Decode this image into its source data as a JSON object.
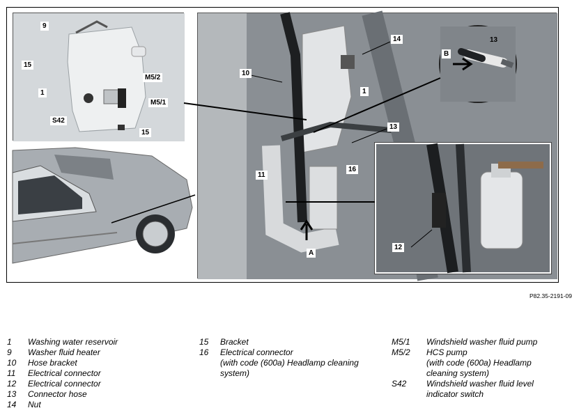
{
  "figure_ref": "P82.35-2191-09",
  "callouts": {
    "c9": "9",
    "c15a": "15",
    "cM52": "M5/2",
    "c1a": "1",
    "cM51": "M5/1",
    "cS42": "S42",
    "c15b": "15",
    "c10": "10",
    "c14": "14",
    "c13a": "13",
    "cB": "B",
    "c1b": "1",
    "c13b": "13",
    "c11": "11",
    "c16": "16",
    "cA": "A",
    "c12": "12"
  },
  "legend": {
    "col1": [
      {
        "key": "1",
        "desc": "Washing water reservoir"
      },
      {
        "key": "9",
        "desc": "Washer fluid heater"
      },
      {
        "key": "10",
        "desc": "Hose bracket"
      },
      {
        "key": "11",
        "desc": "Electrical connector"
      },
      {
        "key": "12",
        "desc": "Electrical connector"
      },
      {
        "key": "13",
        "desc": "Connector hose"
      },
      {
        "key": "14",
        "desc": "Nut"
      }
    ],
    "col2": [
      {
        "key": "15",
        "desc": "Bracket"
      },
      {
        "key": "16",
        "desc": "Electrical connector"
      },
      {
        "key": "",
        "desc": "(with code (600a) Headlamp cleaning"
      },
      {
        "key": "",
        "desc": "system)"
      }
    ],
    "col3": [
      {
        "key": "M5/1",
        "desc": "Windshield washer fluid pump"
      },
      {
        "key": "M5/2",
        "desc": "HCS pump"
      },
      {
        "key": "",
        "desc": "(with code (600a) Headlamp"
      },
      {
        "key": "",
        "desc": "cleaning system)"
      },
      {
        "key": "S42",
        "desc": "Windshield washer fluid level"
      },
      {
        "key": "",
        "desc": "indicator switch"
      }
    ]
  }
}
